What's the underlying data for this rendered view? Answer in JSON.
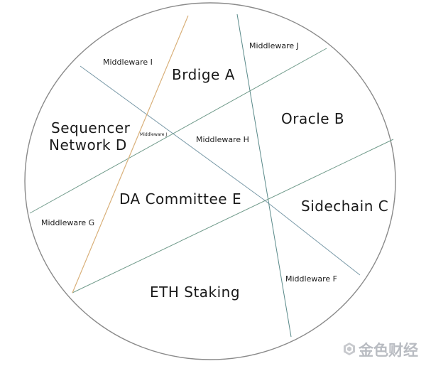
{
  "regions": {
    "bridge": "Brdige A",
    "oracle": "Oracle B",
    "sidechain": "Sidechain C",
    "sequencer_line1": "Sequencer",
    "sequencer_line2": "Network D",
    "da_committee": "DA Committee E",
    "eth_staking": "ETH Staking"
  },
  "middleware": {
    "f": "Middleware F",
    "g": "Middleware G",
    "h": "Middleware H",
    "i": "Middleware I",
    "j_small": "Middleware J",
    "j": "Middleware J"
  },
  "watermark": {
    "text": "金色财经"
  },
  "colors": {
    "outline": "#8a8a8a",
    "blue_line": "#7a9aa8",
    "teal_line": "#5a8a8a",
    "green_line": "#6f9a8a",
    "orange_line": "#d9b07a",
    "text": "#1a1a1a",
    "watermark": "#b9bcc2"
  }
}
